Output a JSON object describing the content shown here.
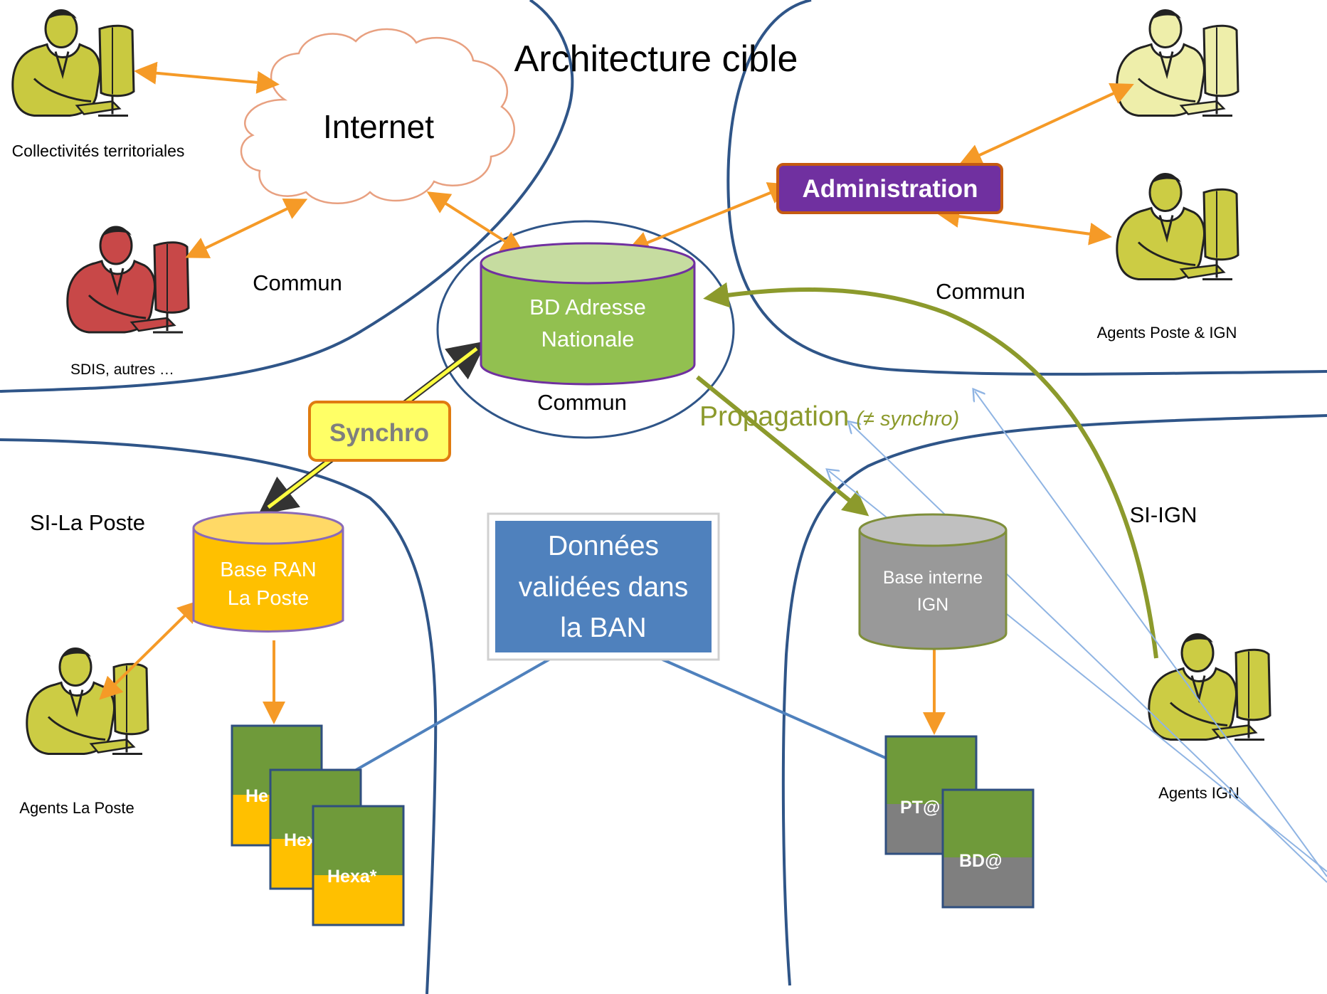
{
  "title": "Architecture cible",
  "cloud": {
    "label": "Internet"
  },
  "zones": {
    "commun_left": "Commun",
    "commun_right": "Commun",
    "commun_center": "Commun",
    "si_laposte": "SI-La Poste",
    "si_ign": "SI-IGN"
  },
  "actors": {
    "collectivites": "Collectivités territoriales",
    "sdis": "SDIS, autres …",
    "agents_poste_ign": "Agents Poste & IGN",
    "agents_laposte": "Agents La Poste",
    "agents_ign": "Agents IGN"
  },
  "boxes": {
    "administration": "Administration",
    "synchro": "Synchro",
    "donnees": [
      "Données",
      "validées dans",
      "la BAN"
    ]
  },
  "databases": {
    "ban": [
      "BD Adresse",
      "Nationale"
    ],
    "ran": [
      "Base RAN",
      "La Poste"
    ],
    "ign": [
      "Base interne",
      "IGN"
    ]
  },
  "products": {
    "hexa": [
      "He",
      "Hex",
      "Hexa*"
    ],
    "ign": [
      "PT@",
      "BD@"
    ]
  },
  "propagation": {
    "label": "Propagation",
    "note": "(≠ synchro)"
  },
  "colors": {
    "zone_line": "#2f5588",
    "orange_arrow": "#f59a27",
    "olive_arrow": "#8c9a2c",
    "admin_fill": "#7030a0",
    "synchro_fill": "#ffff66",
    "donnees_fill": "#4f81bd",
    "ban_fill": "#92c050",
    "ran_fill": "#ffc000",
    "ign_fill": "#999999",
    "product_green": "#6f9a3a",
    "light_blue_line": "#8fb4e3",
    "person_yellow": "#d8d850",
    "person_red": "#c84848"
  }
}
